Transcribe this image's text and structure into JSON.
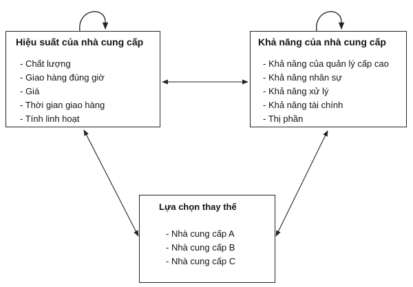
{
  "diagram": {
    "nodes": {
      "performance": {
        "title": "Hiệu suất của nhà cung cấp",
        "items": [
          "- Chất lượng",
          "- Giao hàng đúng giờ",
          "- Giá",
          "- Thời gian giao hàng",
          "- Tính linh hoạt"
        ]
      },
      "capability": {
        "title": "Khả năng của nhà cung cấp",
        "items": [
          "- Khả năng của quản lý cấp cao",
          "- Khả năng nhân sự",
          "- Khả năng xử lý",
          "- Khả năng tài chính",
          "- Thị phần"
        ]
      },
      "alternatives": {
        "title": "Lựa chọn thay thế",
        "items": [
          "- Nhà cung cấp A",
          "- Nhà cung cấp B",
          "- Nhà cung cấp C"
        ]
      }
    },
    "connections": [
      {
        "from": "performance",
        "to": "capability",
        "direction": "both"
      },
      {
        "from": "performance",
        "to": "alternatives",
        "direction": "both"
      },
      {
        "from": "capability",
        "to": "alternatives",
        "direction": "both"
      },
      {
        "from": "performance",
        "to": "performance",
        "direction": "self-loop"
      },
      {
        "from": "capability",
        "to": "capability",
        "direction": "self-loop"
      }
    ],
    "colors": {
      "line": "#222222",
      "background": "#ffffff"
    }
  }
}
